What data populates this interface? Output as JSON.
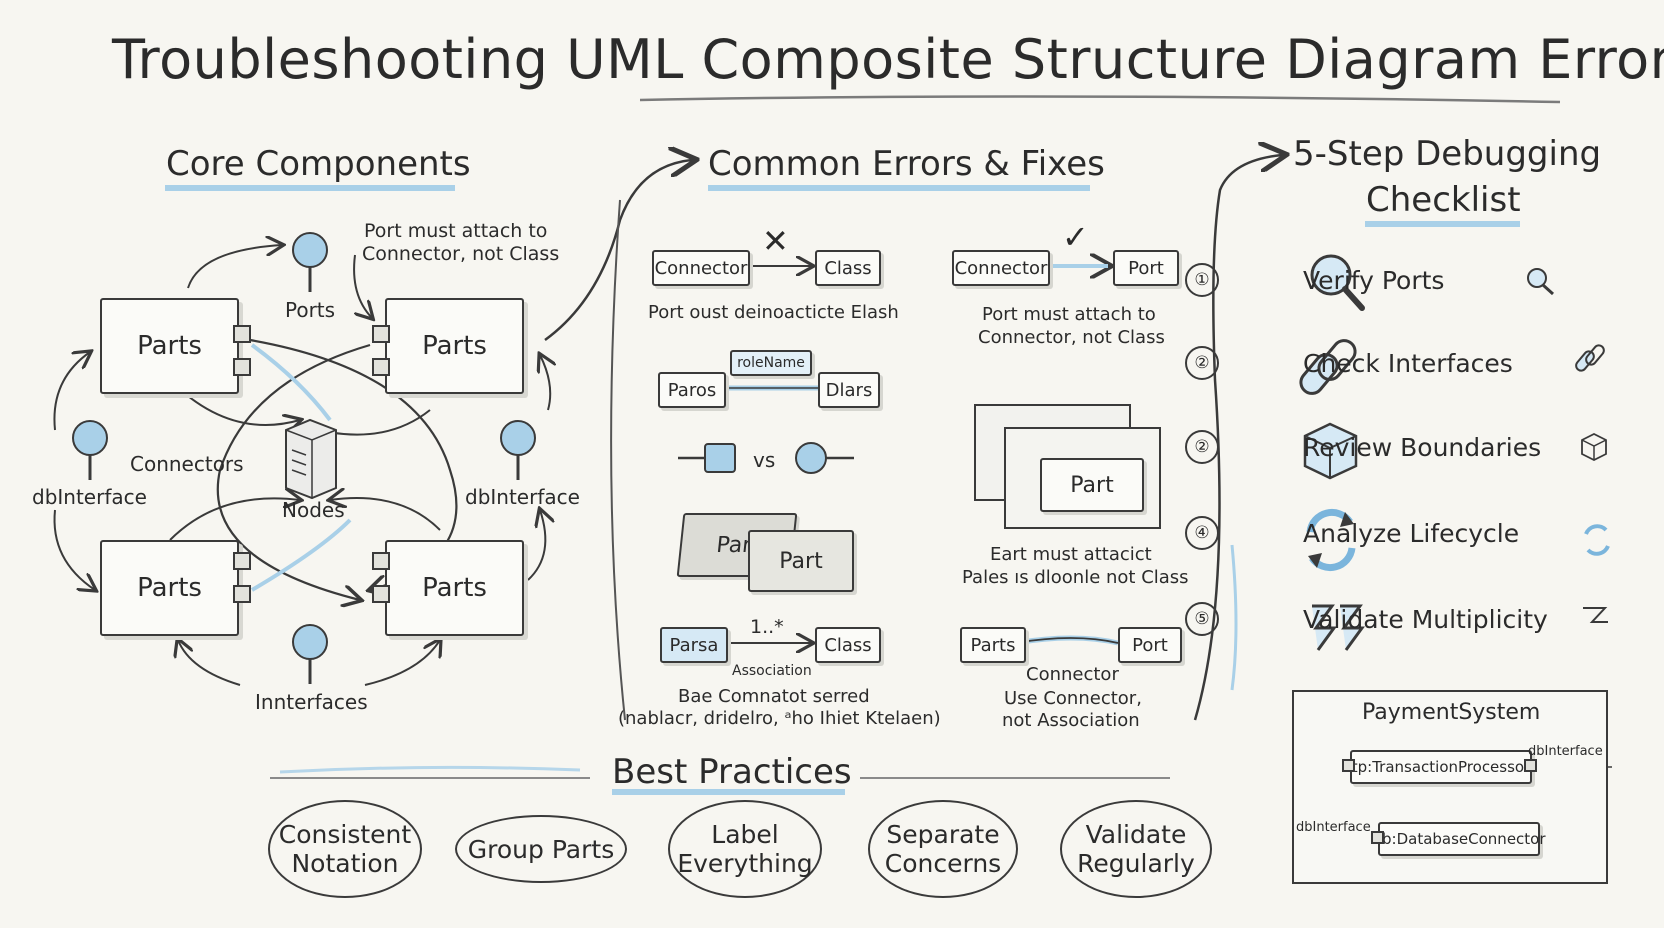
{
  "title": "Troubleshooting UML Composite Structure Diagram Errors",
  "core": {
    "heading": "Core Components",
    "parts_label": "Parts",
    "ports_label": "Ports",
    "port_note_line1": "Port must attach to",
    "port_note_line2": "Connector, not Class",
    "connectors_label": "Connectors",
    "nodes_label": "Nodes",
    "dbinterface_label": "dbInterface",
    "interfaces_label": "Innterfaces"
  },
  "errors": {
    "heading": "Common Errors & Fixes",
    "e1": {
      "left": "Connector",
      "right": "Class",
      "mark": "✕",
      "caption": "Port oust deinoacticte Elash"
    },
    "f1": {
      "left": "Connector",
      "right": "Port",
      "mark": "✓",
      "caption_line1": "Port must attach to",
      "caption_line2": "Connector, not Class"
    },
    "e2": {
      "left": "Paros",
      "role": "roleName",
      "right": "Dlars"
    },
    "e3": {
      "vs": "vs"
    },
    "e4": {
      "back": "Parı",
      "front": "Part"
    },
    "f4": {
      "inner": "Part",
      "caption_line1": "Eart must attacict",
      "caption_line2": "Pales ıs dloonle  not Class"
    },
    "e5": {
      "left": "Parsa",
      "mult": "1..*",
      "right": "Class",
      "assoc": "Association",
      "caption_line1": "Bae Comnatot  serred",
      "caption_line2": "(nablacr, dridelro, ᵃho Ihiet Ktelaen)"
    },
    "f5": {
      "left": "Parts",
      "right": "Port",
      "conn": "Connector",
      "caption_line1": "Use Connector,",
      "caption_line2": "not Association"
    }
  },
  "checklist": {
    "heading_line1": "5-Step Debugging",
    "heading_line2": "Checklist",
    "items": [
      {
        "num": "①",
        "label": "Verify Ports",
        "icon": "magnifier-icon"
      },
      {
        "num": "②",
        "label": "Check Interfaces",
        "icon": "link-icon"
      },
      {
        "num": "②",
        "label": "Review Boundaries",
        "icon": "cube-icon"
      },
      {
        "num": "④",
        "label": "Analyze Lifecycle",
        "icon": "cycle-icon"
      },
      {
        "num": "⑤",
        "label": "Validate Multiplicity",
        "icon": "multiplicity-icon"
      }
    ]
  },
  "payment": {
    "title": "PaymentSystem",
    "tp": "tp:TransactionProcessor",
    "db": "db:DatabaseConnector",
    "iface_right": "dbInterface",
    "iface_left": "dbInterface"
  },
  "best": {
    "heading": "Best Practices",
    "items": [
      {
        "line1": "Consistent",
        "line2": "Notation"
      },
      {
        "line1": "Group Parts",
        "line2": ""
      },
      {
        "line1": "Label",
        "line2": "Everything"
      },
      {
        "line1": "Separate",
        "line2": "Concerns"
      },
      {
        "line1": "Validate",
        "line2": "Regularly"
      }
    ]
  },
  "colors": {
    "ink": "#2b2b2b",
    "accent": "#9ecbe6",
    "fill": "#bfdcef",
    "paper": "#f7f6f1"
  }
}
